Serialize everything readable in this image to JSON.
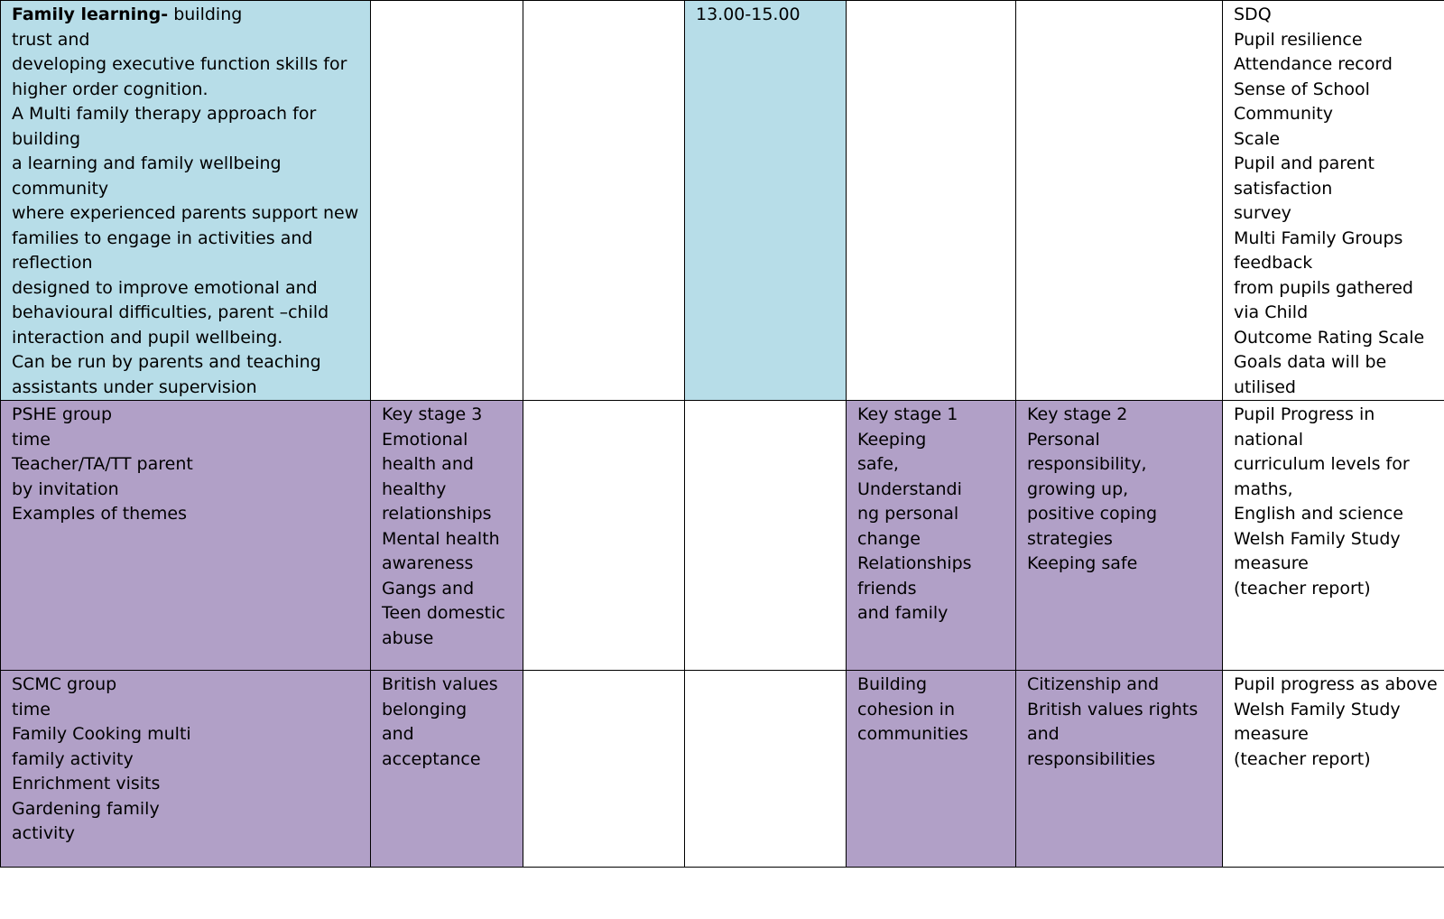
{
  "rows": [
    {
      "activity": {
        "lead": "Family learning-",
        "rest_first": " building",
        "lines": [
          "trust and",
          "developing executive function skills for",
          "higher order cognition.",
          "A Multi family therapy approach for",
          "building",
          "a learning and family wellbeing",
          "community",
          "where experienced parents support new",
          "families to engage in activities and",
          "reflection",
          "designed to improve emotional and",
          "behavioural difficulties, parent –child",
          "interaction and pupil wellbeing.",
          "Can be run by parents and teaching",
          "assistants under supervision"
        ]
      },
      "ks3": [],
      "col3": [],
      "time": [
        "13.00-15.00"
      ],
      "ks1": [],
      "ks2": [],
      "measures": [
        "SDQ",
        "Pupil resilience",
        "Attendance record",
        "Sense of School",
        "Community",
        "Scale",
        "Pupil and parent",
        "satisfaction",
        "survey",
        "Multi Family Groups",
        "feedback",
        "from pupils gathered",
        "via Child",
        "Outcome Rating Scale",
        "Goals data will be",
        "utilised"
      ]
    },
    {
      "activity_lines": [
        "PSHE group",
        "time",
        "Teacher/TA/TT parent",
        "by invitation",
        "Examples of themes"
      ],
      "ks3": [
        "Key stage 3",
        "Emotional",
        "health and",
        "healthy",
        "relationships",
        "Mental health",
        "awareness",
        "Gangs and",
        "Teen domestic",
        "abuse"
      ],
      "ks1": [
        "Key stage 1",
        "Keeping",
        "safe,",
        "Understandi",
        "ng personal",
        "change",
        "Relationships",
        "friends",
        "and family"
      ],
      "ks2": [
        "Key stage 2",
        "Personal",
        "responsibility,",
        "growing up,",
        "positive coping",
        "strategies",
        "Keeping safe"
      ],
      "measures": [
        "Pupil Progress in",
        "national",
        "curriculum levels for",
        "maths,",
        "English and science",
        "Welsh Family Study",
        "measure",
        "(teacher report)"
      ]
    },
    {
      "activity_lines": [
        "SCMC group",
        "time",
        "Family Cooking multi",
        "family activity",
        "Enrichment visits",
        "Gardening family",
        "activity"
      ],
      "ks3": [
        "British values",
        "belonging",
        "and",
        "acceptance"
      ],
      "ks1": [
        "Building",
        "cohesion in",
        "communities"
      ],
      "ks2": [
        "Citizenship and",
        "British values rights",
        "and",
        "responsibilities"
      ],
      "measures": [
        "Pupil progress as above",
        "Welsh Family Study",
        "measure",
        "(teacher report)"
      ]
    }
  ],
  "colors": {
    "blue": "#b7dde8",
    "purple": "#b1a0c7",
    "white": "#ffffff"
  }
}
